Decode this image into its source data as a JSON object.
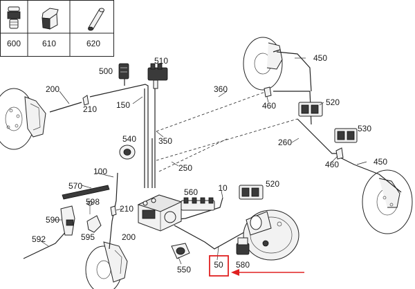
{
  "colors": {
    "highlight": "#e02020",
    "line": "#222222",
    "background": "#ffffff"
  },
  "legend": [
    {
      "number": "600",
      "icon": "bolt-fitting-icon"
    },
    {
      "number": "610",
      "icon": "hex-nut-icon"
    },
    {
      "number": "620",
      "icon": "sleeve-icon"
    }
  ],
  "labels": {
    "p450_top": "450",
    "p510": "510",
    "p500": "500",
    "p360": "360",
    "p200_left": "200",
    "p210_left": "210",
    "p150": "150",
    "p460_top": "460",
    "p520_top": "520",
    "p540": "540",
    "p350": "350",
    "p530": "530",
    "p260": "260",
    "p250": "250",
    "p100": "100",
    "p460_right": "460",
    "p450_right": "450",
    "p560": "560",
    "p10": "10",
    "p520_mid": "520",
    "p570": "570",
    "p598": "598",
    "p210_mid": "210",
    "p590": "590",
    "p595": "595",
    "p200_bottom": "200",
    "p592": "592",
    "p550": "550",
    "p50": "50",
    "p580": "580"
  },
  "highlighted_part": "50"
}
